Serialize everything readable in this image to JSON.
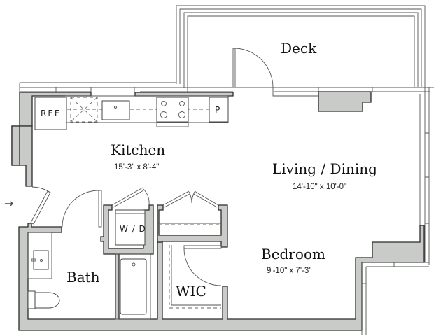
{
  "floor_plan": {
    "rooms": [
      {
        "id": "deck",
        "name": "Deck",
        "dimensions": ""
      },
      {
        "id": "kitchen",
        "name": "Kitchen",
        "dimensions": "15'-3\" x 8'-4\""
      },
      {
        "id": "living",
        "name": "Living / Dining",
        "dimensions": "14'-10\" x 10'-0\""
      },
      {
        "id": "bedroom",
        "name": "Bedroom",
        "dimensions": "9'-10\" x 7'-3\""
      },
      {
        "id": "bath",
        "name": "Bath",
        "dimensions": ""
      },
      {
        "id": "wic",
        "name": "WIC",
        "dimensions": ""
      }
    ],
    "appliances": {
      "refrigerator": "REF",
      "washer_dryer": "W / D",
      "pantry": "P"
    },
    "entry_arrow": "→",
    "colors": {
      "wall_fill": "#c8cbc7",
      "wall_stroke": "#2b2b2b",
      "background": "#ffffff",
      "text": "#111111"
    }
  }
}
